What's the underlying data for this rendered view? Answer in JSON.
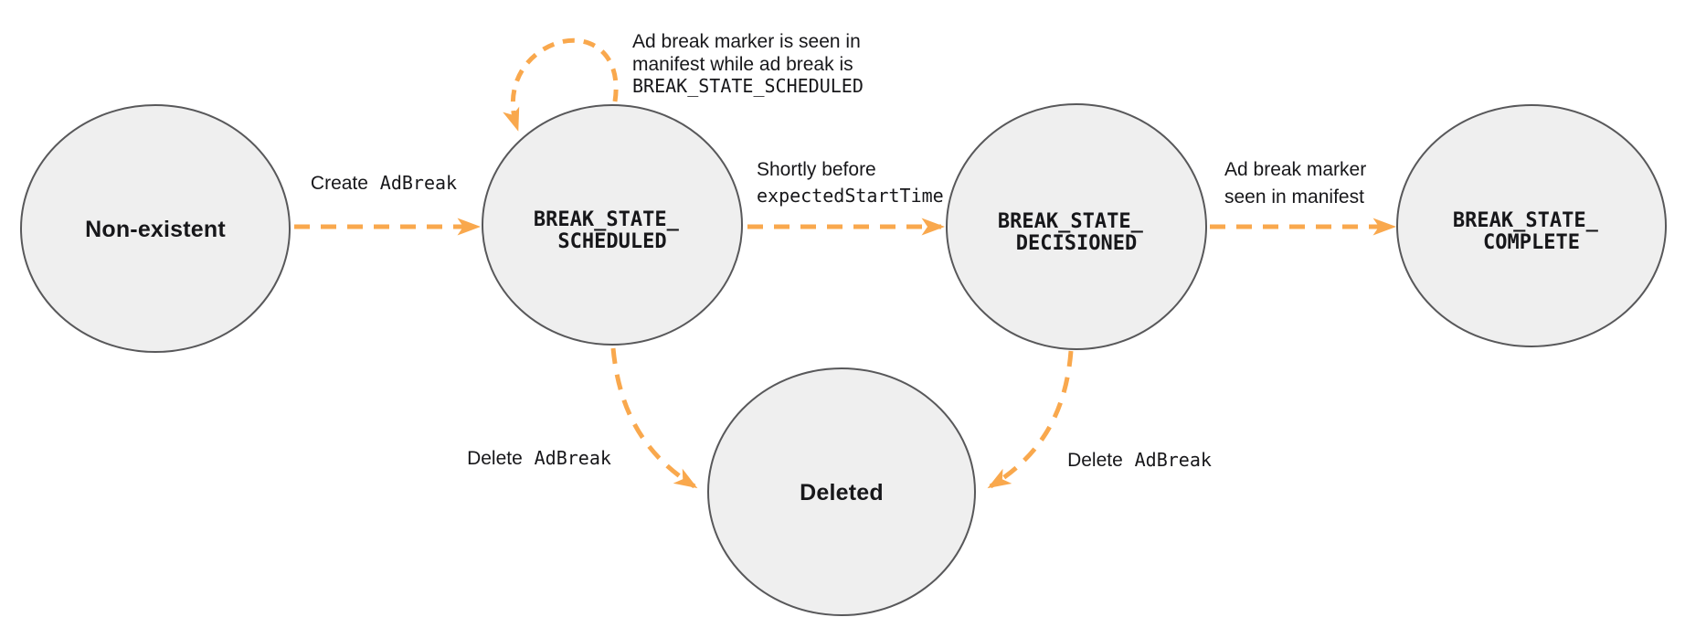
{
  "diagram": {
    "type": "state-machine",
    "colors": {
      "accent": "#F9A84D",
      "node_fill": "#EFEFEF",
      "node_stroke": "#58585A",
      "text": "#17171A",
      "background": "#FFFFFF"
    },
    "nodes": [
      {
        "id": "non-existent",
        "label": "Non-existent"
      },
      {
        "id": "break-state-scheduled",
        "line1": "BREAK_STATE_",
        "line2": "SCHEDULED"
      },
      {
        "id": "break-state-decisioned",
        "line1": "BREAK_STATE_",
        "line2": "DECISIONED"
      },
      {
        "id": "break-state-complete",
        "line1": "BREAK_STATE_",
        "line2": "COMPLETE"
      },
      {
        "id": "deleted",
        "label": "Deleted"
      }
    ],
    "edges": [
      {
        "id": "create-adbreak",
        "from": "Non-existent",
        "to": "BREAK_STATE_SCHEDULED",
        "label_text": "Create",
        "label_code": "AdBreak"
      },
      {
        "id": "scheduled-self-loop",
        "from": "BREAK_STATE_SCHEDULED",
        "to": "BREAK_STATE_SCHEDULED",
        "label_line1": "Ad break marker is seen in",
        "label_line2": "manifest while ad break is",
        "label_line3_code": "BREAK_STATE_SCHEDULED"
      },
      {
        "id": "scheduled-to-decisioned",
        "from": "BREAK_STATE_SCHEDULED",
        "to": "BREAK_STATE_DECISIONED",
        "label_line1": "Shortly before",
        "label_line2_code": "expectedStartTime"
      },
      {
        "id": "decisioned-to-complete",
        "from": "BREAK_STATE_DECISIONED",
        "to": "BREAK_STATE_COMPLETE",
        "label_line1": "Ad break marker",
        "label_line2": "seen in manifest"
      },
      {
        "id": "scheduled-to-deleted",
        "from": "BREAK_STATE_SCHEDULED",
        "to": "Deleted",
        "label_text": "Delete",
        "label_code": "AdBreak"
      },
      {
        "id": "decisioned-to-deleted",
        "from": "BREAK_STATE_DECISIONED",
        "to": "Deleted",
        "label_text": "Delete",
        "label_code": "AdBreak"
      }
    ]
  }
}
